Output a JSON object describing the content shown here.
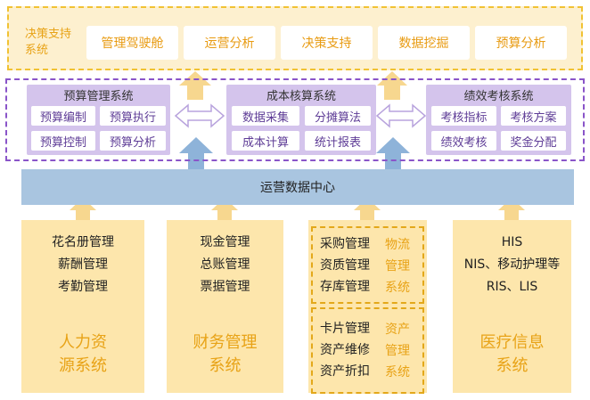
{
  "decision_band": {
    "title": "决策支持系统",
    "items": [
      "管理驾驶舱",
      "运营分析",
      "决策支持",
      "数据挖掘",
      "预算分析"
    ]
  },
  "systems": [
    {
      "title": "预算管理系统",
      "cells": [
        "预算编制",
        "预算执行",
        "预算控制",
        "预算分析"
      ]
    },
    {
      "title": "成本核算系统",
      "cells": [
        "数据采集",
        "分摊算法",
        "成本计算",
        "统计报表"
      ]
    },
    {
      "title": "绩效考核系统",
      "cells": [
        "考核指标",
        "考核方案",
        "绩效考核",
        "奖金分配"
      ]
    }
  ],
  "data_center": "运营数据中心",
  "columns": [
    {
      "items": [
        "花名册管理",
        "薪酬管理",
        "考勤管理"
      ],
      "name": "人力资源系统"
    },
    {
      "items": [
        "现金管理",
        "总账管理",
        "票据管理"
      ],
      "name": "财务管理系统"
    },
    {
      "sub": [
        {
          "items": [
            "采购管理",
            "资质管理",
            "存库管理"
          ],
          "name": "物流管理系统"
        },
        {
          "items": [
            "卡片管理",
            "资产维修",
            "资产折扣"
          ],
          "name": "资产管理系统"
        }
      ]
    },
    {
      "items": [
        "HIS",
        "NIS、移动护理等",
        "RIS、LIS"
      ],
      "name": "医疗信息系统"
    }
  ],
  "colors": {
    "accent_orange": "#e8a317",
    "dashed_yellow": "#f1c233",
    "dashed_purple": "#8a55c9",
    "system_fill": "#d4c4ec",
    "data_center_fill": "#a9c5e0",
    "column_fill": "#fde6ac",
    "up_arrow_yellow": "#f7d78f",
    "up_arrow_blue": "#8eb3d9"
  }
}
